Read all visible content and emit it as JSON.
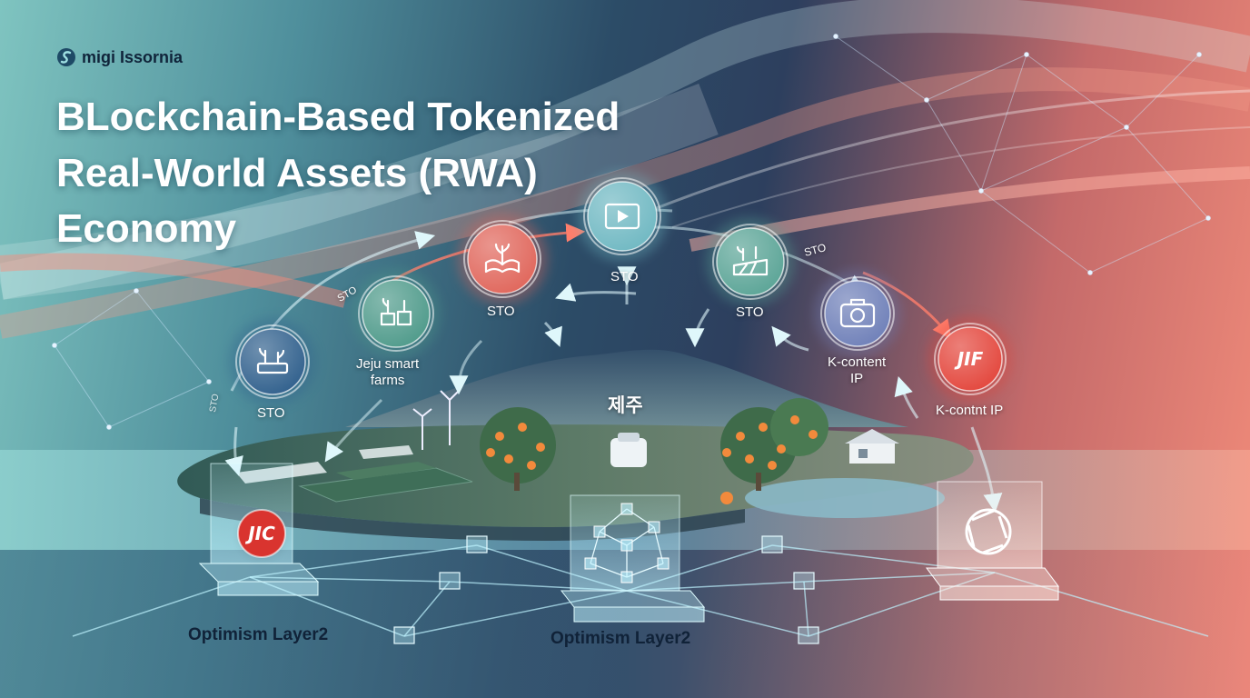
{
  "brand": {
    "name": "migi Issornia",
    "icon": "s-swirl-logo-icon"
  },
  "title": {
    "line1": "BLockchain-Based Tokenized",
    "line2": "Real-World Assets (RWA)",
    "line3": "Economy"
  },
  "nodes": [
    {
      "id": "sto-farm",
      "icon": "crop-field-icon",
      "label": "STO",
      "color": "#2f5f8c"
    },
    {
      "id": "jeju-farms",
      "icon": "greenhouse-plants-icon",
      "label_line1": "Jeju smart",
      "label_line2": "farms",
      "color": "#4e9a8a"
    },
    {
      "id": "sto-open-book",
      "icon": "open-book-plant-icon",
      "label": "STO",
      "color": "#e0655a"
    },
    {
      "id": "sto-video",
      "icon": "video-play-icon",
      "label": "STO",
      "color": "#6fb8c2"
    },
    {
      "id": "sto-field",
      "icon": "field-landscape-icon",
      "label": "STO",
      "color": "#5aa496"
    },
    {
      "id": "k-content",
      "icon": "camera-icon",
      "label_line1": "K-content",
      "label_line2": "IP",
      "color": "#6e7fb8"
    },
    {
      "id": "jif",
      "text": "JIF",
      "label": "K-contnt IP",
      "color": "#e3453b"
    }
  ],
  "island_label": "제주",
  "cube_coin": {
    "text": "JIC",
    "color": "#d9342f"
  },
  "layer_labels": {
    "left": "Optimism Layer2",
    "center": "Optimism Layer2"
  },
  "decor_text": {
    "arrow_sto": "STO",
    "sky_sto": "STO",
    "left_arrow_sto": "STO"
  },
  "colors": {
    "accent_teal": "#7fe3ea",
    "coral": "#f28c7a",
    "navy": "#2d3f5e"
  }
}
